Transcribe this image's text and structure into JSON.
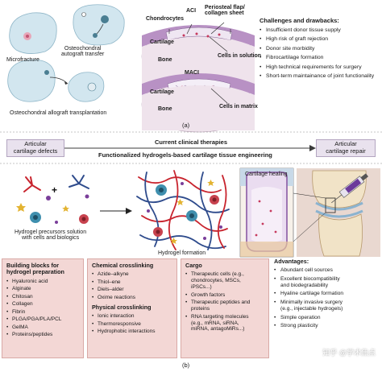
{
  "panel_a": {
    "left_labels": {
      "microfracture": "Microfracture",
      "osteochondral_autograft": "Osteochondral\nautograft transfer",
      "osteochondral_allograft": "Osteochondral allograft transplantation"
    },
    "aci": {
      "title": "ACI",
      "chondrocytes": "Chondrocytes",
      "flap": "Periosteal flap/\ncollagen sheet",
      "cartilage": "Cartilage",
      "cells_solution": "Cells in solution",
      "bone": "Bone"
    },
    "maci": {
      "title": "MACI",
      "cartilage": "Cartilage",
      "cells_matrix": "Cells in matrix",
      "bone": "Bone"
    },
    "challenges": {
      "title": "Challenges and drawbacks:",
      "items": [
        "Insufficient donor tissue supply",
        "High risk of graft rejection",
        "Donor site morbidity",
        "Fibrocartilage formation",
        "High technical requirements for surgery",
        "Short-term maintainance of joint functionality"
      ]
    },
    "label": "(a)"
  },
  "banner": {
    "left": "Articular\ncartilage defects",
    "top": "Current clinical therapies",
    "bottom": "Functionalized hydrogels-based cartilage tissue engineering",
    "right": "Articular\ncartilage repair"
  },
  "panel_b": {
    "precursor_caption": "Hydrogel precursors solution\nwith cells and biologics",
    "formation_caption": "Hydrogel formation",
    "healing_label": "Cartilage healing",
    "building_blocks": {
      "title": "Building blocks for\nhydrogel preparation",
      "items": [
        "Hyaluronic acid",
        "Alginate",
        "Chitosan",
        "Collagen",
        "Fibrin",
        "PLGA/PGA/PLA/PCL",
        "GelMA",
        "Proteins/peptides"
      ]
    },
    "chemical": {
      "title": "Chemical crosslinking",
      "items": [
        "Azide–alkyne",
        "Thiol–ene",
        "Diels–alder",
        "Oxime reactions"
      ]
    },
    "physical": {
      "title": "Physical crosslinking",
      "items": [
        "Ionic interaction",
        "Thermoresponsive",
        "Hydrophobic interactions"
      ]
    },
    "cargo": {
      "title": "Cargo",
      "items": [
        "Therapeutic cells (e.g.,\nchondrocytes, MSCs,\niPSCs...)",
        "Growth factors",
        "Therapeutic peptides and\nproteins",
        "RNA targeting molecules\n(e.g., mRNA, siRNA,\nmiRNA, antagoMiRs...)"
      ]
    },
    "advantages": {
      "title": "Advantages:",
      "items": [
        "Abundant cell sources",
        "Excellent biocompatibility\nand biodegradability",
        "Hyaline cartilage formation",
        "Minimally invasive surgery\n(e.g., injectable hydrogels)",
        "Simple operation",
        "Strong plasticity"
      ]
    },
    "label": "(b)"
  },
  "watermark": "知乎 @学术焦点"
}
